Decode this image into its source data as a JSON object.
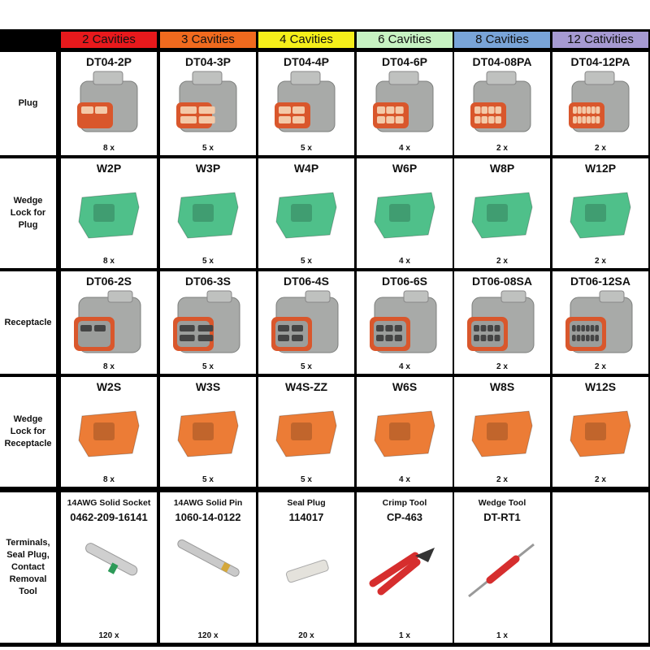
{
  "headers": [
    {
      "label": "2 Cavities",
      "color": "#e8191c"
    },
    {
      "label": "3 Cavities",
      "color": "#f06a1e"
    },
    {
      "label": "4 Cavities",
      "color": "#f5ef1a"
    },
    {
      "label": "6 Cavities",
      "color": "#c7f2c2"
    },
    {
      "label": "8 Cavities",
      "color": "#79a4d8"
    },
    {
      "label": "12 Cativities",
      "color": "#a69ad2"
    }
  ],
  "rows": [
    {
      "label": "Plug",
      "items": [
        {
          "part": "DT04-2P",
          "qty": "8 x",
          "icon": "plug-2-cavity-icon"
        },
        {
          "part": "DT04-3P",
          "qty": "5 x",
          "icon": "plug-3-cavity-icon"
        },
        {
          "part": "DT04-4P",
          "qty": "5 x",
          "icon": "plug-4-cavity-icon"
        },
        {
          "part": "DT04-6P",
          "qty": "4 x",
          "icon": "plug-6-cavity-icon"
        },
        {
          "part": "DT04-08PA",
          "qty": "2 x",
          "icon": "plug-8-cavity-icon"
        },
        {
          "part": "DT04-12PA",
          "qty": "2 x",
          "icon": "plug-12-cavity-icon"
        }
      ]
    },
    {
      "label": "Wedge Lock for Plug",
      "items": [
        {
          "part": "W2P",
          "qty": "8 x",
          "icon": "wedge-lock-plug-2-icon"
        },
        {
          "part": "W3P",
          "qty": "5 x",
          "icon": "wedge-lock-plug-3-icon"
        },
        {
          "part": "W4P",
          "qty": "5 x",
          "icon": "wedge-lock-plug-4-icon"
        },
        {
          "part": "W6P",
          "qty": "4 x",
          "icon": "wedge-lock-plug-6-icon"
        },
        {
          "part": "W8P",
          "qty": "2 x",
          "icon": "wedge-lock-plug-8-icon"
        },
        {
          "part": "W12P",
          "qty": "2 x",
          "icon": "wedge-lock-plug-12-icon"
        }
      ]
    },
    {
      "label": "Receptacle",
      "items": [
        {
          "part": "DT06-2S",
          "qty": "8 x",
          "icon": "receptacle-2-cavity-icon"
        },
        {
          "part": "DT06-3S",
          "qty": "5 x",
          "icon": "receptacle-3-cavity-icon"
        },
        {
          "part": "DT06-4S",
          "qty": "5 x",
          "icon": "receptacle-4-cavity-icon"
        },
        {
          "part": "DT06-6S",
          "qty": "4 x",
          "icon": "receptacle-6-cavity-icon"
        },
        {
          "part": "DT06-08SA",
          "qty": "2 x",
          "icon": "receptacle-8-cavity-icon"
        },
        {
          "part": "DT06-12SA",
          "qty": "2 x",
          "icon": "receptacle-12-cavity-icon"
        }
      ]
    },
    {
      "label": "Wedge Lock for Receptacle",
      "items": [
        {
          "part": "W2S",
          "qty": "8 x",
          "icon": "wedge-lock-receptacle-2-icon"
        },
        {
          "part": "W3S",
          "qty": "5 x",
          "icon": "wedge-lock-receptacle-3-icon"
        },
        {
          "part": "W4S-ZZ",
          "qty": "5 x",
          "icon": "wedge-lock-receptacle-4-icon"
        },
        {
          "part": "W6S",
          "qty": "4 x",
          "icon": "wedge-lock-receptacle-6-icon"
        },
        {
          "part": "W8S",
          "qty": "2 x",
          "icon": "wedge-lock-receptacle-8-icon"
        },
        {
          "part": "W12S",
          "qty": "2 x",
          "icon": "wedge-lock-receptacle-12-icon"
        }
      ]
    },
    {
      "label": "Terminals, Seal Plug, Contact Removal Tool",
      "items": [
        {
          "desc": "14AWG Solid Socket",
          "part": "0462-209-16141",
          "qty": "120 x",
          "icon": "solid-socket-terminal-icon"
        },
        {
          "desc": "14AWG Solid Pin",
          "part": "1060-14-0122",
          "qty": "120 x",
          "icon": "solid-pin-terminal-icon"
        },
        {
          "desc": "Seal Plug",
          "part": "114017",
          "qty": "20 x",
          "icon": "seal-plug-icon"
        },
        {
          "desc": "Crimp Tool",
          "part": "CP-463",
          "qty": "1 x",
          "icon": "crimp-tool-icon"
        },
        {
          "desc": "Wedge Tool",
          "part": "DT-RT1",
          "qty": "1 x",
          "icon": "wedge-tool-icon"
        },
        {
          "desc": "",
          "part": "",
          "qty": "",
          "icon": ""
        }
      ]
    }
  ],
  "colors": {
    "connector_grey": "#a8aaa8",
    "seal_orange": "#d9572c",
    "wedge_green": "#4fc08a",
    "wedge_orange": "#ec7c36",
    "tool_red": "#d62e2e"
  }
}
